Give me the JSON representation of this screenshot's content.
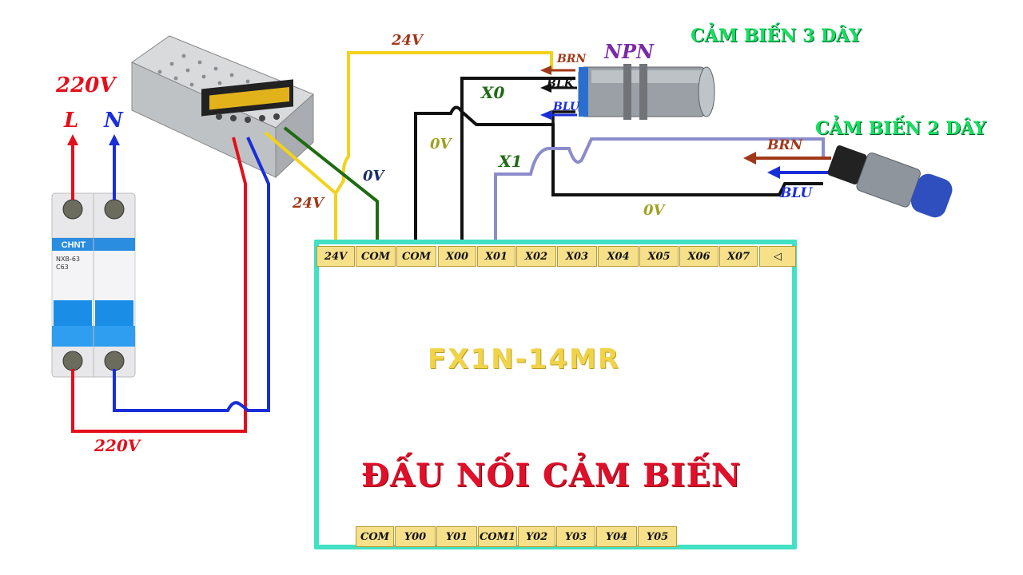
{
  "title": "ĐẤU NỐI CẢM BIẾN",
  "plc": {
    "model": "FX1N-14MR",
    "inputs": [
      "24V",
      "COM",
      "COM",
      "X00",
      "X01",
      "X02",
      "X03",
      "X04",
      "X05",
      "X06",
      "X07",
      "◁"
    ],
    "outputs": [
      "COM",
      "Y00",
      "Y01",
      "COM1",
      "Y02",
      "Y03",
      "Y04",
      "Y05"
    ]
  },
  "supply": {
    "voltage": "220V",
    "l": "L",
    "n": "N",
    "bottom_voltage": "220V"
  },
  "breaker": {
    "brand": "CHNT",
    "model": "NXB-63",
    "rating": "C63"
  },
  "psu": {
    "out_24v": "24V",
    "out_0v": "0V",
    "top_24v": "24V"
  },
  "sensor3": {
    "title": "CẢM BIẾN 3 DÂY",
    "type": "NPN",
    "brn": "BRN",
    "blk": "BLK",
    "blu": "BLU",
    "input_label": "X0",
    "zero_v": "0V"
  },
  "sensor2": {
    "title": "CẢM BIẾN 2 DÂY",
    "brn": "BRN",
    "blu": "BLU",
    "input_label": "X1",
    "zero_v": "0V"
  },
  "colors": {
    "red": "#e3101c",
    "blue": "#1a2ed8",
    "yellow": "#f3d21c",
    "green": "#1f6b12",
    "black": "#111111",
    "lavender": "#8c8ccc",
    "plc_border": "#43e0c4",
    "brown": "#a0381a"
  }
}
